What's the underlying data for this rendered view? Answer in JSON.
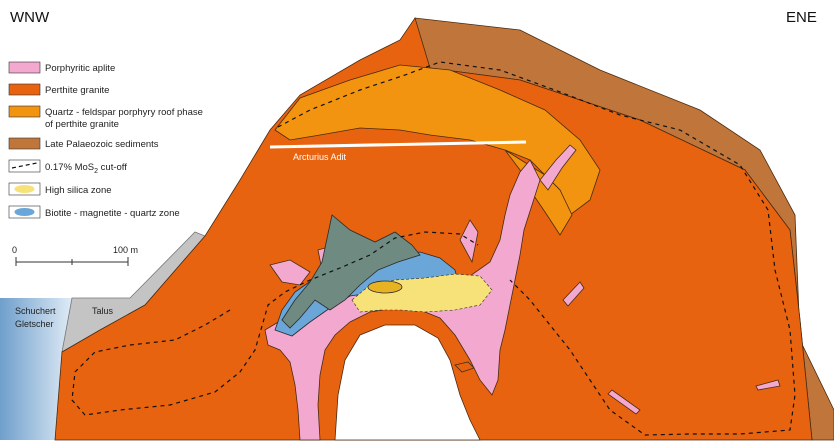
{
  "directions": {
    "left": "WNW",
    "right": "ENE"
  },
  "legend": [
    {
      "key": "aplite",
      "label": "Porphyritic aplite",
      "color": "#f2a8cf"
    },
    {
      "key": "perthite",
      "label": "Perthite granite",
      "color": "#e8630f"
    },
    {
      "key": "roof",
      "label": "Quartz - feldspar porphyry roof phase",
      "label2": "of perthite granite",
      "color": "#f29410"
    },
    {
      "key": "sediments",
      "label": "Late Palaeozoic sediments",
      "color": "#c0763a"
    },
    {
      "key": "cutoff",
      "label_pre": "0.17% MoS",
      "label_sub": "2",
      "label_post": " cut-off"
    },
    {
      "key": "silica",
      "label": "High silica zone",
      "color": "#f7e27a"
    },
    {
      "key": "biotite",
      "label": "Biotite - magnetite - quartz zone",
      "color": "#6aa6d8"
    }
  ],
  "scale": {
    "start": "0",
    "end": "100 m"
  },
  "labels": {
    "adit": "Arcturius Adit",
    "talus": "Talus",
    "glacier_line1": "Schuchert",
    "glacier_line2": "Gletscher"
  },
  "colors": {
    "sediments": "#c0763a",
    "perthite": "#e8630f",
    "roof": "#f29410",
    "aplite": "#f2a8cf",
    "silica": "#f7e27a",
    "biotite": "#6aa6d8",
    "grey_zone": "#6f8a80",
    "talus": "#c4c4c4",
    "glacier": "#b7cfe6"
  }
}
